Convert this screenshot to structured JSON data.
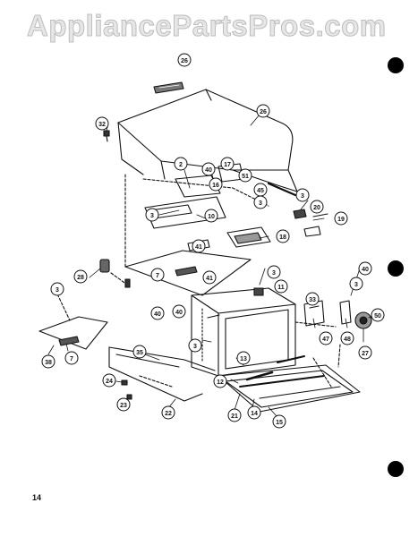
{
  "watermark": "AppliancePartsPros.com",
  "page_number": "14",
  "callouts": [
    {
      "id": "c26a",
      "label": "26"
    },
    {
      "id": "c26b",
      "label": "26"
    },
    {
      "id": "c32",
      "label": "32"
    },
    {
      "id": "c2",
      "label": "2"
    },
    {
      "id": "c40a",
      "label": "40"
    },
    {
      "id": "c17",
      "label": "17"
    },
    {
      "id": "c51",
      "label": "51"
    },
    {
      "id": "c16",
      "label": "16"
    },
    {
      "id": "c45",
      "label": "45"
    },
    {
      "id": "c3a",
      "label": "3"
    },
    {
      "id": "c3b",
      "label": "3"
    },
    {
      "id": "c3c",
      "label": "3"
    },
    {
      "id": "c10",
      "label": "10"
    },
    {
      "id": "c20",
      "label": "20"
    },
    {
      "id": "c19",
      "label": "19"
    },
    {
      "id": "c18",
      "label": "18"
    },
    {
      "id": "c41a",
      "label": "41"
    },
    {
      "id": "c28",
      "label": "28"
    },
    {
      "id": "c7a",
      "label": "7"
    },
    {
      "id": "c3d",
      "label": "3"
    },
    {
      "id": "c11",
      "label": "11"
    },
    {
      "id": "c41b",
      "label": "41"
    },
    {
      "id": "c40b",
      "label": "40"
    },
    {
      "id": "c40c",
      "label": "40"
    },
    {
      "id": "c3e",
      "label": "3"
    },
    {
      "id": "c40d",
      "label": "40"
    },
    {
      "id": "c33",
      "label": "33"
    },
    {
      "id": "c3f",
      "label": "3"
    },
    {
      "id": "c50",
      "label": "50"
    },
    {
      "id": "c47",
      "label": "47"
    },
    {
      "id": "c48",
      "label": "48"
    },
    {
      "id": "c27",
      "label": "27"
    },
    {
      "id": "c3g",
      "label": "3"
    },
    {
      "id": "c38",
      "label": "38"
    },
    {
      "id": "c7b",
      "label": "7"
    },
    {
      "id": "c35",
      "label": "35"
    },
    {
      "id": "c13",
      "label": "13"
    },
    {
      "id": "c12",
      "label": "12"
    },
    {
      "id": "c24",
      "label": "24"
    },
    {
      "id": "c23",
      "label": "23"
    },
    {
      "id": "c22",
      "label": "22"
    },
    {
      "id": "c21",
      "label": "21"
    },
    {
      "id": "c14",
      "label": "14"
    },
    {
      "id": "c15",
      "label": "15"
    }
  ]
}
